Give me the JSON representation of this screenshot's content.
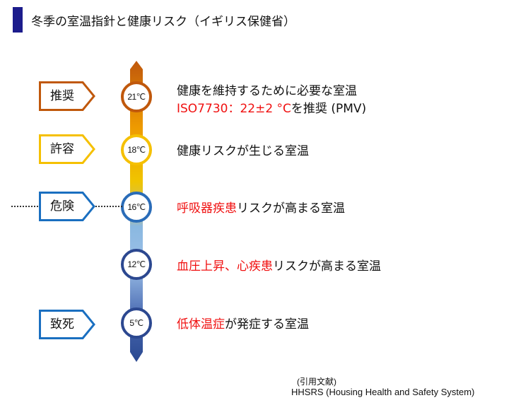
{
  "title": "冬季の室温指針と健康リスク（イギリス保健省）",
  "colors": {
    "header_bar": "#1c1c8c",
    "recommend": "#c8600e",
    "allow": "#f0b800",
    "danger": "#1a6fc0",
    "fatal": "#1a6fc0",
    "highlight": "#f01010"
  },
  "levels": [
    {
      "tag": "推奨",
      "temp": "21℃"
    },
    {
      "tag": "許容",
      "temp": "18℃"
    },
    {
      "tag": "危険",
      "temp": "16℃"
    },
    {
      "tag": "",
      "temp": "12℃"
    },
    {
      "tag": "致死",
      "temp": "5℃"
    }
  ],
  "descriptions": {
    "d21a": "健康を維持するために必要な室温",
    "d21b_red": "ISO7730：22±2 °C",
    "d21b_rest": "を推奨 (PMV)",
    "d18": "健康リスクが生じる室温",
    "d16_red": "呼吸器疾患",
    "d16_rest": "リスクが高まる室温",
    "d12_red": "血圧上昇、心疾患",
    "d12_rest": "リスクが高まる室温",
    "d5_red": "低体温症",
    "d5_rest": "が発症する室温"
  },
  "citation": {
    "label": "(引用文献)",
    "source": "HHSRS (Housing Health and Safety System)"
  }
}
